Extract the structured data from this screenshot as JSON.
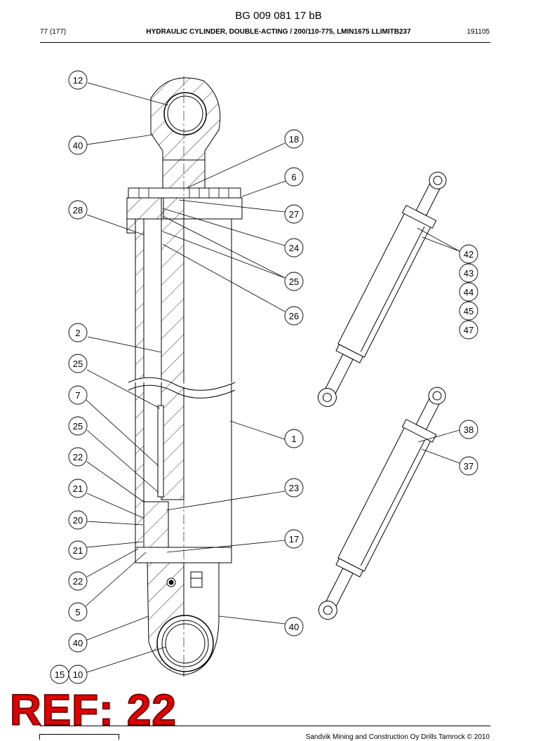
{
  "header": {
    "doc_id": "BG 009 081 17 bB",
    "page": "77 (177)",
    "title": "HYDRAULIC CYLINDER, DOUBLE-ACTING / 200/110-775, LMIN1675 LLIMITB237",
    "code": "191105"
  },
  "footer": {
    "copyright": "Sandvik Mining and Construction Oy Drills Tamrock © 2010"
  },
  "ref_stamp": "REF: 22",
  "callouts": {
    "c12": "12",
    "c40a": "40",
    "c18": "18",
    "c6": "6",
    "c28": "28",
    "c27": "27",
    "c24": "24",
    "c25a": "25",
    "c26": "26",
    "c2": "2",
    "c25b": "25",
    "c7": "7",
    "c25c": "25",
    "c1": "1",
    "c22a": "22",
    "c23": "23",
    "c21a": "21",
    "c20": "20",
    "c17": "17",
    "c21b": "21",
    "c22b": "22",
    "c5": "5",
    "c40b": "40",
    "c40c": "40",
    "c15": "15",
    "c10": "10",
    "c42": "42",
    "c43": "43",
    "c44": "44",
    "c45": "45",
    "c47": "47",
    "c38": "38",
    "c37": "37"
  }
}
